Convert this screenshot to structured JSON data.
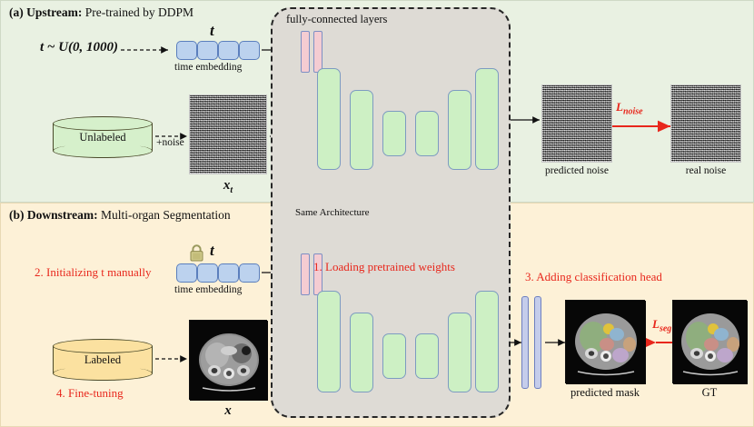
{
  "panels": {
    "upstream": {
      "tag": "(a) Upstream:",
      "title": " Pre-trained by DDPM"
    },
    "downstream": {
      "tag": "(b) Downstream:",
      "title": " Multi-organ Segmentation"
    }
  },
  "architecture": {
    "box_label": "fully-connected layers",
    "same_architecture_label": "Same Architecture",
    "unet_blocks": 6,
    "fc_bars": 2,
    "head_bars": 2
  },
  "upstream": {
    "t_sample": "t ~ U(0, 1000)",
    "t_symbol": "t",
    "time_embedding_label": "time embedding",
    "time_embedding_cells": 4,
    "database_label": "Unlabeled",
    "noise_op_label": "+noise",
    "input_image_label": "x_t",
    "predicted_label": "predicted noise",
    "real_label": "real noise",
    "loss_label": "L_noise"
  },
  "downstream": {
    "t_symbol": "t",
    "lock_icon": "lock-icon",
    "time_embedding_label": "time embedding",
    "time_embedding_cells": 4,
    "database_label": "Labeled",
    "input_image_label": "x",
    "predicted_label": "predicted mask",
    "gt_label": "GT",
    "loss_label": "L_seg"
  },
  "annotations": {
    "step1": "1. Loading pretrained weights",
    "step2": "2. Initializing t manually",
    "step3": "3. Adding classification head",
    "step4": "4. Fine-tuning"
  },
  "colors": {
    "upstream_bg": "#e9f1e2",
    "downstream_bg": "#fdf1d7",
    "arch_bg": "#dedbd5",
    "unet_block": "#cdf0c4",
    "fc_bar": "#f4ccd2",
    "head_bar": "#c5cdeb",
    "time_embed_cell": "#bcd2ee",
    "annotation_red": "#e8271c",
    "arrow_blue": "#2f5f9e",
    "unlabeled_cyl": "#d6f0cb",
    "labeled_cyl": "#fbe1a0"
  }
}
